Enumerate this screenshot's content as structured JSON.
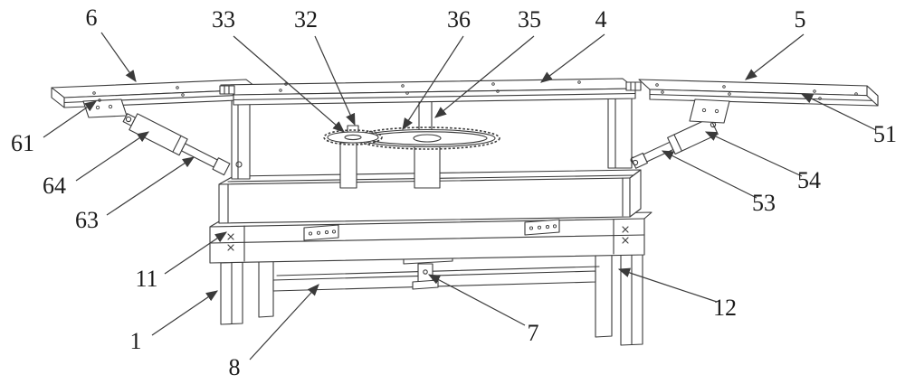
{
  "figure": {
    "colors": {
      "line": "#3a3a3a",
      "background": "#ffffff",
      "label_text": "#1c1c1c"
    },
    "labels": [
      {
        "ref": "6"
      },
      {
        "ref": "33"
      },
      {
        "ref": "32"
      },
      {
        "ref": "36"
      },
      {
        "ref": "35"
      },
      {
        "ref": "4"
      },
      {
        "ref": "5"
      },
      {
        "ref": "61"
      },
      {
        "ref": "64"
      },
      {
        "ref": "63"
      },
      {
        "ref": "11"
      },
      {
        "ref": "1"
      },
      {
        "ref": "8"
      },
      {
        "ref": "7"
      },
      {
        "ref": "12"
      },
      {
        "ref": "53"
      },
      {
        "ref": "54"
      },
      {
        "ref": "51"
      }
    ]
  }
}
